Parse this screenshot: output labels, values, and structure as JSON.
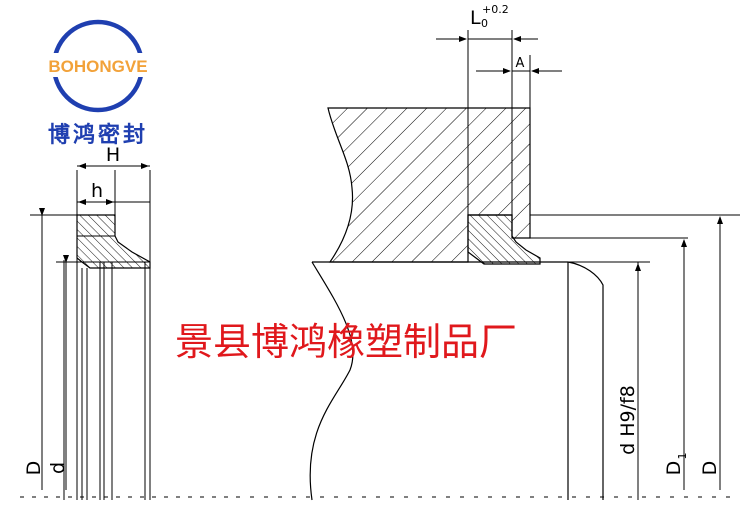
{
  "logo": {
    "brand": "BOHONGVE",
    "brand_cn": "博鸿密封",
    "ring_color": "#1f3fb0",
    "brand_color": "#f2a23a"
  },
  "watermark": {
    "text": "景县博鸿橡塑制品厂",
    "color": "#e0181c"
  },
  "dimensions": {
    "H": "H",
    "h": "h",
    "L0": "L",
    "L0_sub": "0",
    "L0_tol": "+0.2",
    "A": "A",
    "left_D": "D",
    "left_d": "d",
    "right_d_fit": "d H9/f8",
    "right_D1": "D",
    "right_D1_sub": "1",
    "right_D": "D"
  }
}
